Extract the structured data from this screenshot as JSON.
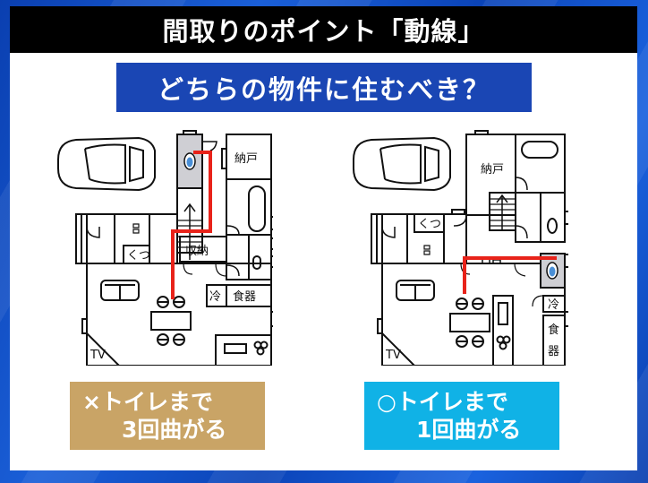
{
  "header": {
    "title": "間取りのポイント「動線」",
    "question": "どちらの物件に住むべき？"
  },
  "floor_plan_left": {
    "rooms": {
      "storage_top": "納戸",
      "closet": "収納",
      "shoe_box": "くつ",
      "fridge": "冷",
      "cupboard": "食器",
      "tv": "TV"
    },
    "route_color": "#e8231a",
    "turns": 3
  },
  "floor_plan_right": {
    "rooms": {
      "storage_top": "納戸",
      "shoe_box": "くつ",
      "fridge": "冷",
      "cupboard_1": "食",
      "cupboard_2": "器",
      "tv": "TV"
    },
    "route_color": "#e8231a",
    "turns": 1
  },
  "labels": {
    "bad": {
      "mark": "×",
      "line1": "トイレまで",
      "line2": "3回曲がる",
      "color": "#c9a466"
    },
    "good": {
      "mark": "○",
      "line1": "トイレまで",
      "line2": "1回曲がる",
      "color": "#10b2e6"
    }
  },
  "colors": {
    "header_bg": "#000000",
    "banner_bg": "#1a46b4",
    "route": "#e8231a",
    "toilet_bg": "#cfcfd4",
    "toilet_bowl": "#4a8fd6"
  }
}
